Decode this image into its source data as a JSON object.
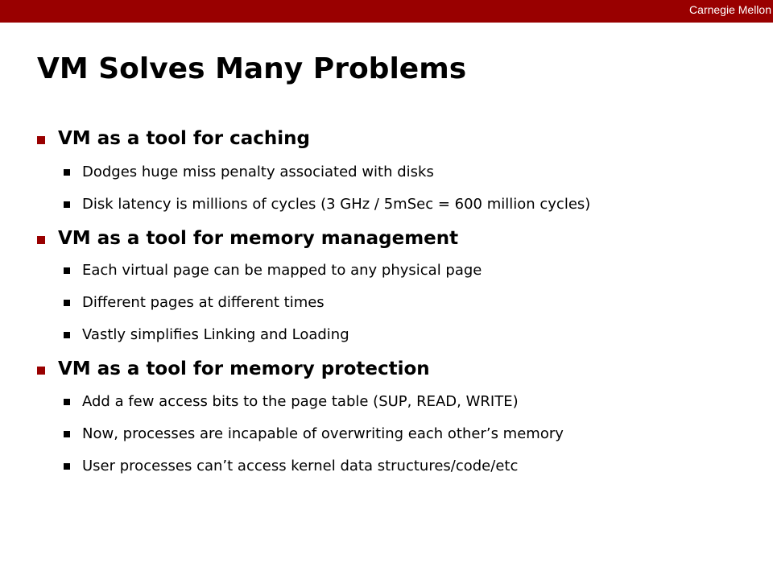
{
  "header": {
    "org": "Carnegie Mellon",
    "bar_color": "#990000"
  },
  "title": "VM Solves Many Problems",
  "sections": [
    {
      "heading": "VM as a tool for caching",
      "items": [
        "Dodges huge miss penalty associated with disks",
        "Disk latency is millions of cycles (3 GHz / 5mSec = 600 million cycles)"
      ]
    },
    {
      "heading": "VM as a tool for memory management",
      "items": [
        "Each virtual page can be mapped to any physical page",
        "Different pages at different times",
        "Vastly simplifies Linking and Loading"
      ]
    },
    {
      "heading": "VM as a tool for memory protection",
      "items": [
        "Add a few access bits to the page table (SUP, READ, WRITE)",
        "Now, processes are incapable of overwriting each other’s memory",
        "User processes can’t access kernel data structures/code/etc"
      ]
    }
  ]
}
